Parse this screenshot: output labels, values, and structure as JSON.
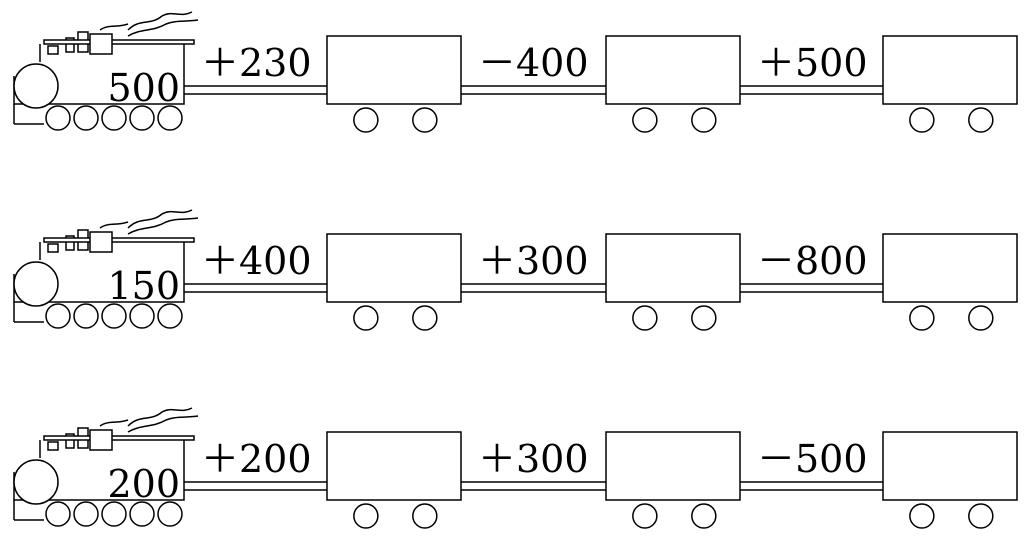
{
  "trains": [
    {
      "start": "500",
      "ops": [
        "＋230",
        "－400",
        "＋500"
      ]
    },
    {
      "start": "150",
      "ops": [
        "＋400",
        "＋300",
        "－800"
      ]
    },
    {
      "start": "200",
      "ops": [
        "＋200",
        "＋300",
        "－500"
      ]
    }
  ]
}
